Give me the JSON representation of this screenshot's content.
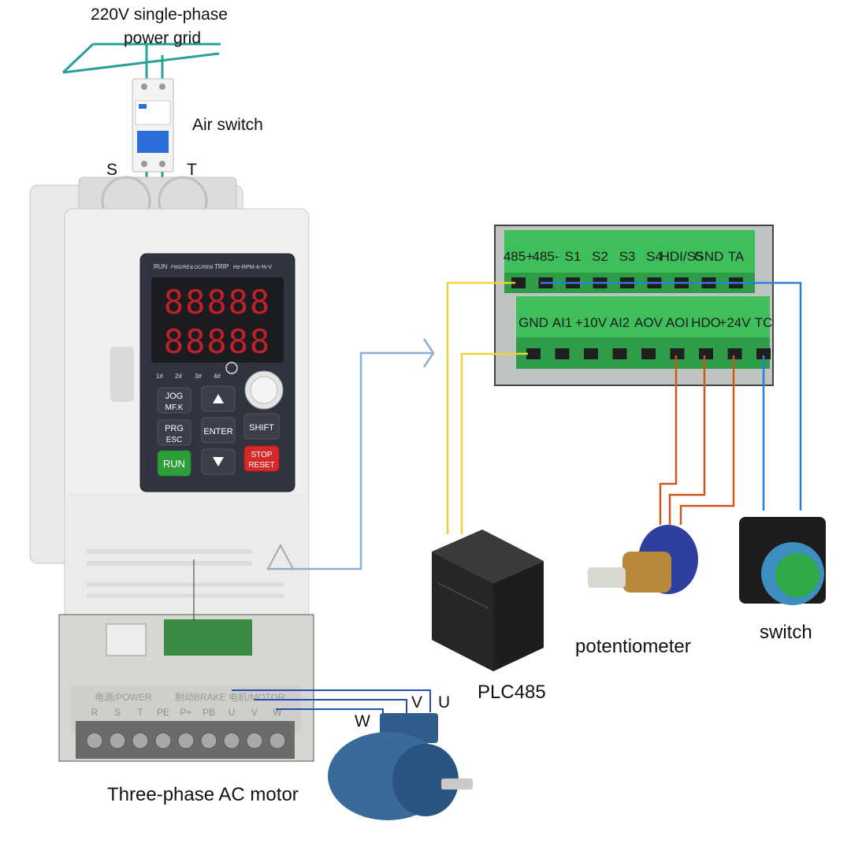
{
  "labels": {
    "grid_line1": "220V single-phase",
    "grid_line2": "power grid",
    "air_switch": "Air switch",
    "phase_s": "S",
    "phase_t": "T",
    "plc": "PLC485",
    "potentiometer": "potentiometer",
    "switch": "switch",
    "motor": "Three-phase AC motor",
    "motor_u": "U",
    "motor_v": "V",
    "motor_w": "W"
  },
  "terminal_block": {
    "top_row": [
      "485+",
      "485-",
      "S1",
      "S2",
      "S3",
      "S4",
      "HDI/S5",
      "GND",
      "TA"
    ],
    "bottom_row": [
      "GND",
      "AI1",
      "+10V",
      "AI2",
      "AOV",
      "AOI",
      "HDO",
      "+24V",
      "TC"
    ]
  },
  "inverter": {
    "indicators": [
      "RUN",
      "FWD/REV",
      "LOC/REM",
      "TRIP",
      "Hz-RPM-A-%-V"
    ],
    "display_top": "88888",
    "display_bottom": "88888",
    "sub_indicators": [
      "1#",
      "2#",
      "3#",
      "4#"
    ],
    "buttons": {
      "jog": "JOG",
      "jog_sub": "MF.K",
      "prg": "PRG",
      "prg_sub": "ESC",
      "enter": "ENTER",
      "shift": "SHIFT",
      "run": "RUN",
      "stop": "STOP",
      "stop_sub": "RESET"
    },
    "power_terminals": [
      "R",
      "S",
      "T",
      "PE",
      "P+",
      "PB",
      "U",
      "V",
      "W"
    ],
    "power_strip_labels": [
      "电源/POWER",
      "制动BRAKE",
      "电机/MOTOR"
    ]
  },
  "colors": {
    "grid_wire": "#2aa198",
    "plc_wire": "#f0d23a",
    "pot_wire": "#d2561a",
    "switch_wire": "#2a7fd8",
    "motor_wire": "#1f4fb0",
    "arrow": "#8aaed4",
    "terminal_green": "#3fbf5c"
  }
}
